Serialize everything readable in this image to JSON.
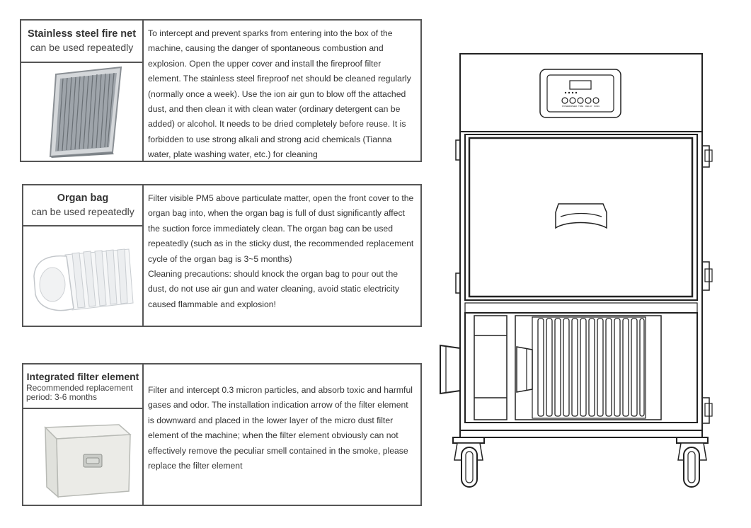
{
  "panels": [
    {
      "title": "Stainless steel fire net",
      "subtitle": "can be used repeatedly",
      "paragraphs": [
        "To intercept and prevent sparks from entering into the box of the machine, causing the danger of spontaneous combustion and explosion. Open the upper cover and install the fireproof filter element. The stainless steel fireproof net should be cleaned regularly (normally once a week). Use the ion air gun to blow off the attached dust, and then clean it with clean water (ordinary detergent can be added) or alcohol. It needs to be dried completely before reuse. It is forbidden to use strong alkali and strong acid chemicals (Tianna water, plate washing water, etc.) for cleaning"
      ],
      "image": "stainless-steel-fire-net-photo"
    },
    {
      "title": "Organ bag",
      "subtitle": "can be used repeatedly",
      "paragraphs": [
        "Filter visible PM5 above particulate matter, open the front cover to the organ bag into, when the organ bag is full of dust significantly affect the suction force immediately clean. The organ bag can be used repeatedly (such as in the sticky dust, the recommended replacement cycle of the organ bag is 3~5 months)",
        "Cleaning precautions: should knock the organ bag to pour out the dust, do not use air gun and water cleaning, avoid static electricity caused flammable and explosion!"
      ],
      "image": "organ-bag-photo"
    },
    {
      "title": "Integrated filter element",
      "subtitle": "Recommended replacement period: 3-6 months",
      "paragraphs": [
        "Filter and intercept 0.3 micron particles, and absorb toxic and harmful gases and odor. The installation indication arrow of the filter element is downward and placed in the lower layer of the micro dust filter element of the machine; when the filter element obviously can not effectively remove the peculiar smell contained in the smoke, please replace the filter element"
      ],
      "image": "filter-element-box-photo"
    }
  ],
  "diagram": {
    "name": "fume-extractor-machine-drawing"
  }
}
